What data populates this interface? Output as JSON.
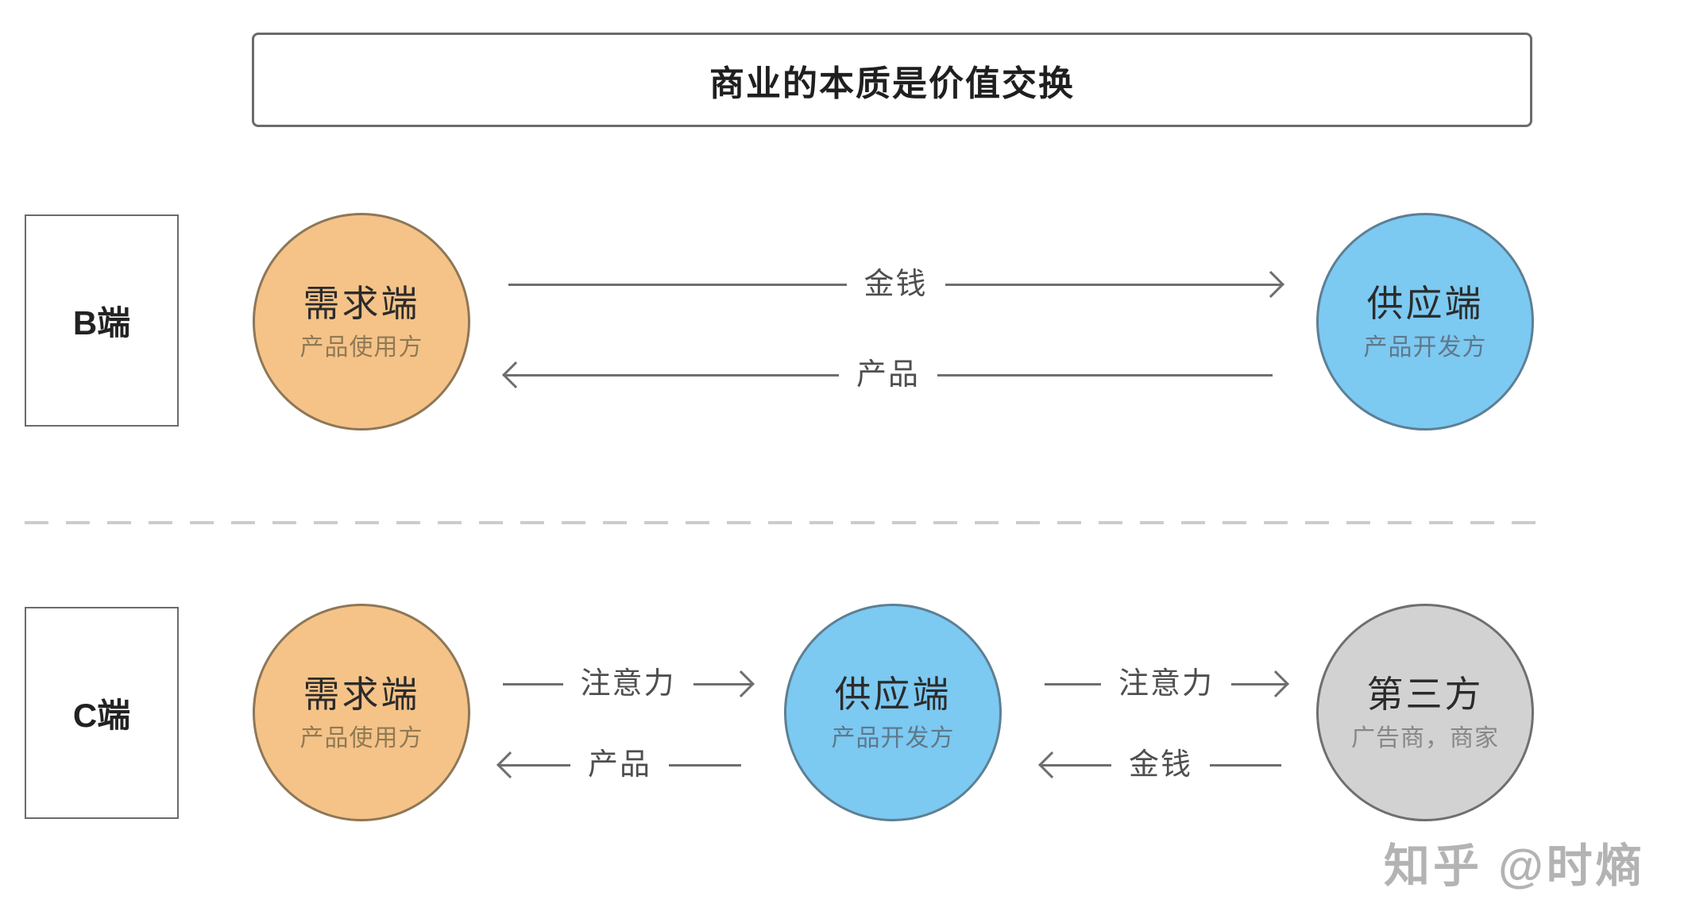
{
  "title_box": {
    "text": "商业的本质是价值交换"
  },
  "sections": [
    {
      "label": "B端",
      "nodes": [
        {
          "id": "demand",
          "title": "需求端",
          "subtitle": "产品使用方",
          "fill": "#F5C388",
          "border": "#8D7757",
          "subtitle_color": "#8F7A55"
        },
        {
          "id": "supply",
          "title": "供应端",
          "subtitle": "产品开发方",
          "fill": "#7CC9F2",
          "border": "#5D7F93",
          "subtitle_color": "#5E7889"
        }
      ],
      "flows": [
        {
          "label": "金钱",
          "direction": "right"
        },
        {
          "label": "产品",
          "direction": "left"
        }
      ]
    },
    {
      "label": "C端",
      "nodes": [
        {
          "id": "demand",
          "title": "需求端",
          "subtitle": "产品使用方",
          "fill": "#F5C388",
          "border": "#8D7757",
          "subtitle_color": "#8F7A55"
        },
        {
          "id": "supply",
          "title": "供应端",
          "subtitle": "产品开发方",
          "fill": "#7CC9F2",
          "border": "#5D7F93",
          "subtitle_color": "#5E7889"
        },
        {
          "id": "third-party",
          "title": "第三方",
          "subtitle": "广告商，商家",
          "fill": "#D2D2D2",
          "border": "#6F6F6F",
          "subtitle_color": "#878787"
        }
      ],
      "flows": [
        {
          "label": "注意力",
          "direction": "right"
        },
        {
          "label": "产品",
          "direction": "left"
        },
        {
          "label": "注意力",
          "direction": "right"
        },
        {
          "label": "金钱",
          "direction": "left"
        }
      ]
    }
  ],
  "watermark": "知乎 @时熵",
  "colors": {
    "arrow": "#6E6E6E",
    "box_border": "#6B6B6B",
    "divider_dash": "#CCCCCC",
    "title_text": "#1F1F1F",
    "node_title_text": "#2B2B2B",
    "flow_label_text": "#4F4F4F",
    "watermark": "#B3B3B3",
    "demand_fill": "#F5C388",
    "supply_fill": "#7CC9F2",
    "third_party_fill": "#D2D2D2"
  }
}
